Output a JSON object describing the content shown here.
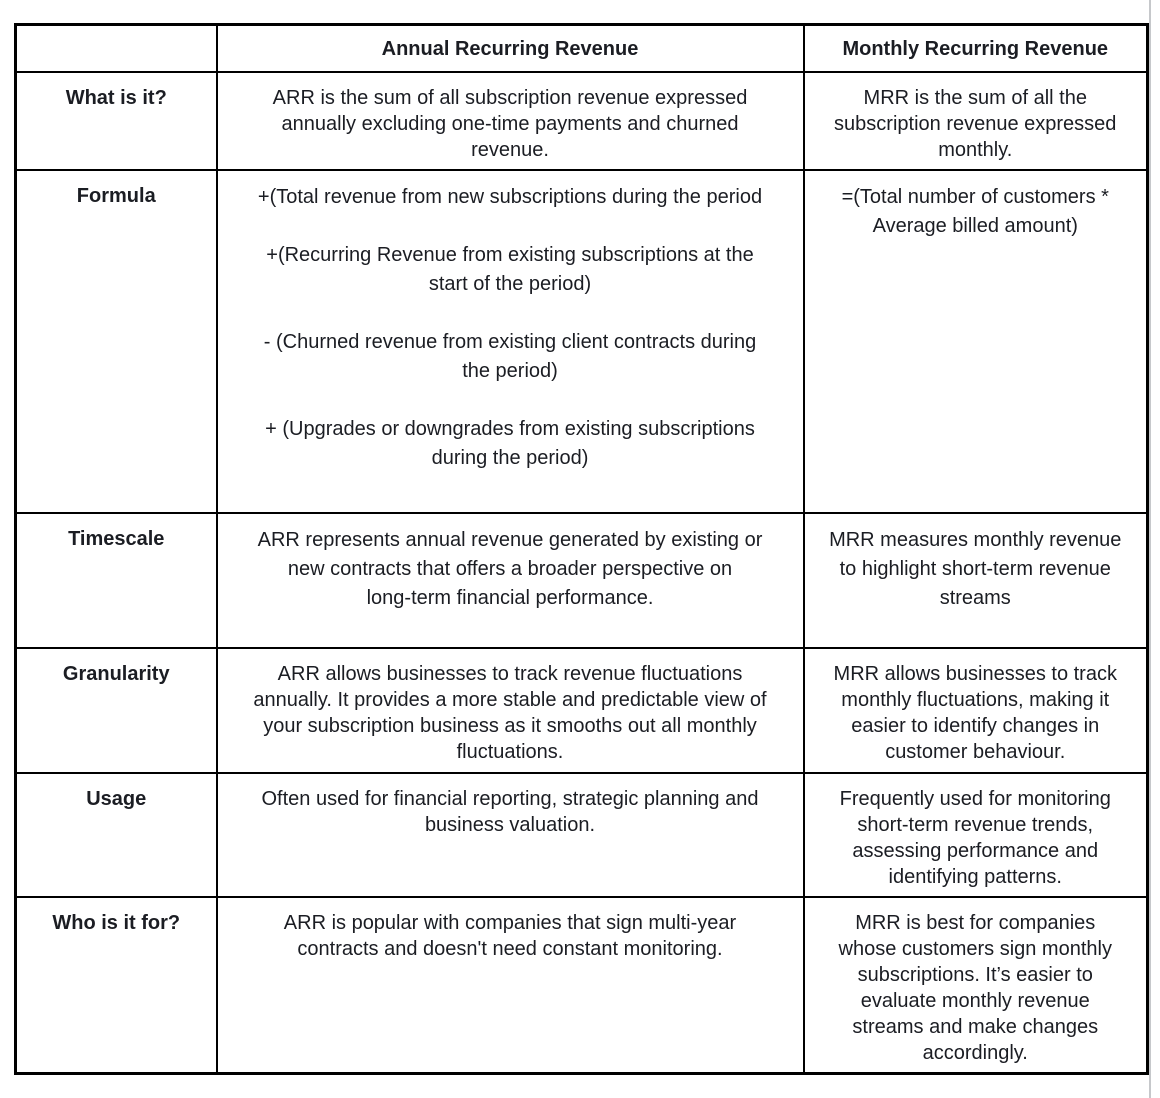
{
  "page": {
    "background_color": "#ffffff",
    "page_edge_color": "#c6c8cb",
    "border_color": "#000000",
    "text_color": "#1b1d23"
  },
  "table": {
    "columns": [
      {
        "header": ""
      },
      {
        "header": "Annual Recurring Revenue"
      },
      {
        "header": "Monthly Recurring Revenue"
      }
    ],
    "rows": [
      {
        "label": "What is it?",
        "arr": "ARR is the sum of all subscription revenue expressed\nannually excluding one-time payments and churned\nrevenue.",
        "mrr": "MRR is the sum of all the\nsubscription revenue expressed\nmonthly."
      },
      {
        "label": "Formula",
        "arr": "+(Total revenue from new subscriptions during the period\n\n+(Recurring Revenue from existing subscriptions at the\nstart of the period)\n\n- (Churned revenue from existing client contracts during\nthe period)\n\n+ (Upgrades or downgrades from existing subscriptions\nduring the period)",
        "mrr": "=(Total number of customers *\nAverage billed amount)"
      },
      {
        "label": "Timescale",
        "arr": "ARR represents annual revenue generated by existing or\nnew contracts that offers a broader perspective on\nlong-term financial performance.",
        "mrr": "MRR measures monthly revenue\nto highlight short-term revenue\nstreams"
      },
      {
        "label": "Granularity",
        "arr": "ARR allows businesses to track revenue fluctuations\nannually. It provides a more stable and predictable view of\nyour subscription business as it smooths out all monthly\nfluctuations.",
        "mrr": "MRR allows businesses to track\nmonthly fluctuations, making it\neasier to identify changes in\ncustomer behaviour."
      },
      {
        "label": "Usage",
        "arr": "Often used for financial reporting, strategic planning and\nbusiness valuation.",
        "mrr": "Frequently used for monitoring\nshort-term revenue trends,\nassessing performance and\nidentifying patterns."
      },
      {
        "label": "Who is it for?",
        "arr": "ARR is popular with companies that sign multi-year\ncontracts and doesn't need constant monitoring.",
        "mrr": "MRR is best for companies\nwhose customers sign monthly\nsubscriptions. It’s easier to\nevaluate monthly revenue\nstreams and make changes\naccordingly."
      }
    ]
  }
}
